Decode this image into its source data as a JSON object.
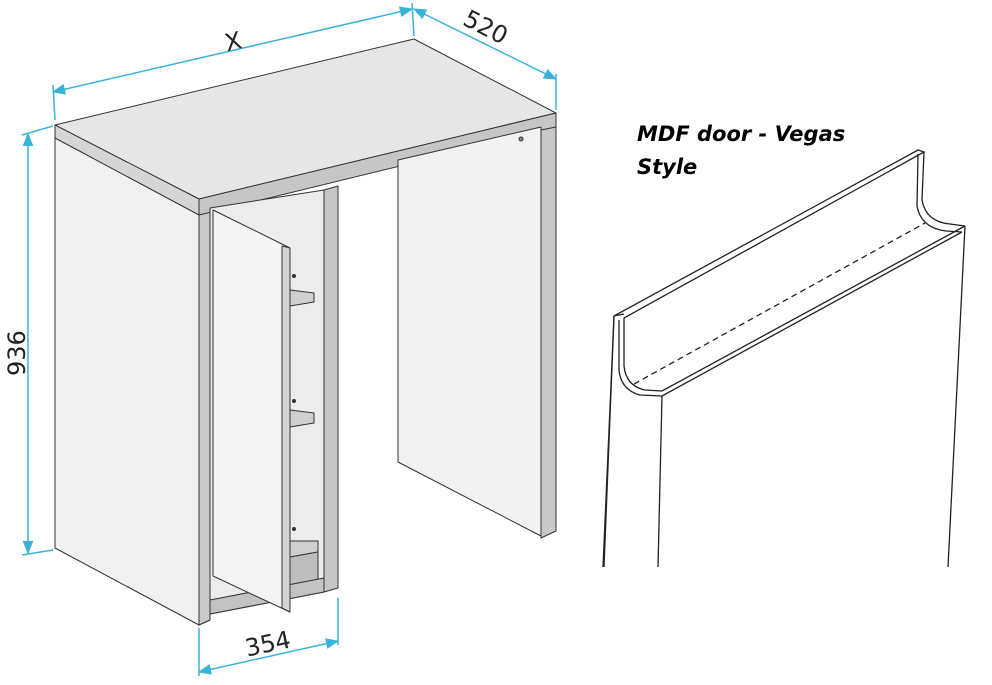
{
  "cabinet": {
    "width_label": "X",
    "depth_label": "520",
    "height_label": "936",
    "opening_label": "354"
  },
  "door": {
    "title_line1": "MDF door - Vegas",
    "title_line2": "Style"
  },
  "colors": {
    "dimension": "#39b3d8",
    "outline": "#333333",
    "panel": "#f1f1f1",
    "top": "#e6e6e6",
    "edge": "#c4c4c4"
  }
}
